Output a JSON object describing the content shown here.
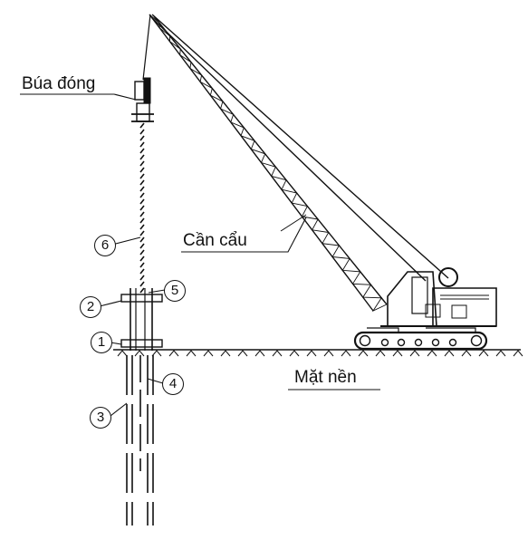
{
  "labels": {
    "hammer": "Búa đóng",
    "crane": "Cần cẩu",
    "ground": "Mặt nền"
  },
  "callouts": [
    "1",
    "2",
    "3",
    "4",
    "5",
    "6"
  ]
}
